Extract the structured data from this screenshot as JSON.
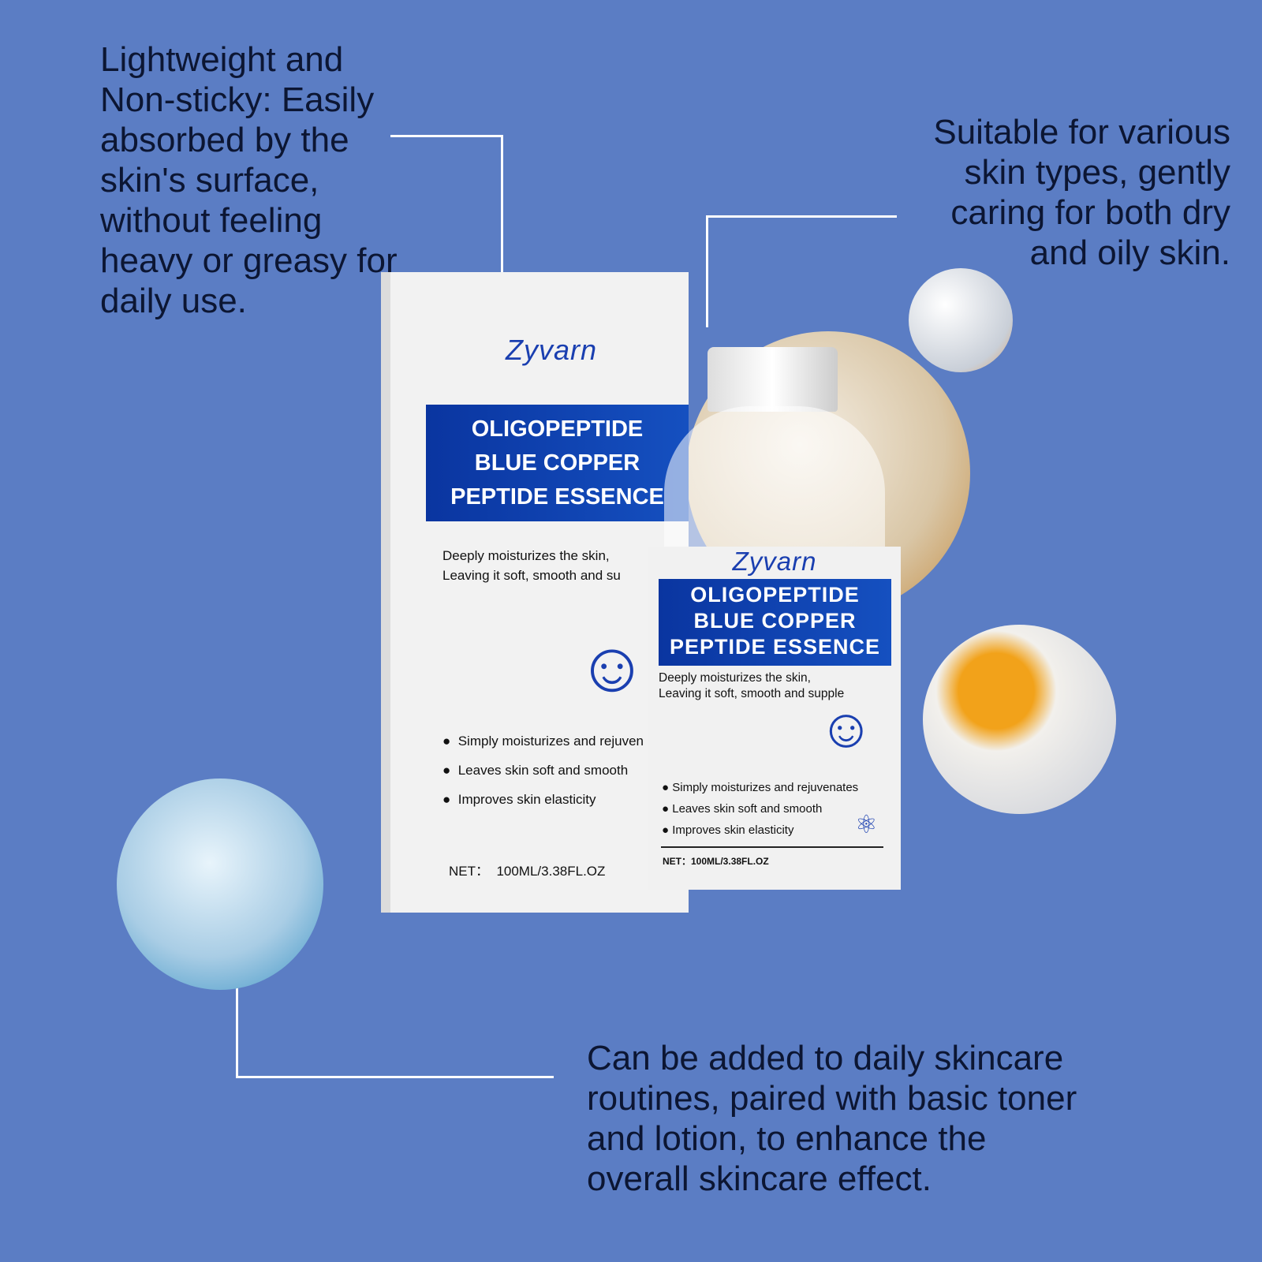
{
  "features": {
    "top_left": "Lightweight and Non-sticky: Easily absorbed by the skin's surface, without feeling heavy or greasy for daily use.",
    "top_right": "Suitable for various skin types, gently caring for both dry and oily skin.",
    "bottom": "Can be added to daily skincare routines, paired with basic toner and lotion, to enhance the overall skincare effect."
  },
  "product": {
    "brand": "Zyvarn",
    "name_lines": [
      "OLIGOPEPTIDE",
      "BLUE COPPER",
      "PEPTIDE ESSENCE"
    ],
    "tagline_lines": [
      "Deeply moisturizes the skin,",
      "Leaving it soft, smooth and supple"
    ],
    "box_tagline_lines": [
      "Deeply moisturizes the skin,",
      "Leaving it soft, smooth and su"
    ],
    "bullets": [
      "Simply moisturizes and rejuvenates",
      "Leaves skin soft and smooth",
      "Improves skin elasticity"
    ],
    "box_bullets": [
      "Simply moisturizes and rejuven",
      "Leaves skin soft and smooth",
      "Improves skin elasticity"
    ],
    "net": "NET：100ML/3.38FL.OZ",
    "box_net": "NET：  100ML/3.38FL.OZ"
  },
  "colors": {
    "background": "#5b7dc4",
    "accent": "#0a35a0"
  }
}
